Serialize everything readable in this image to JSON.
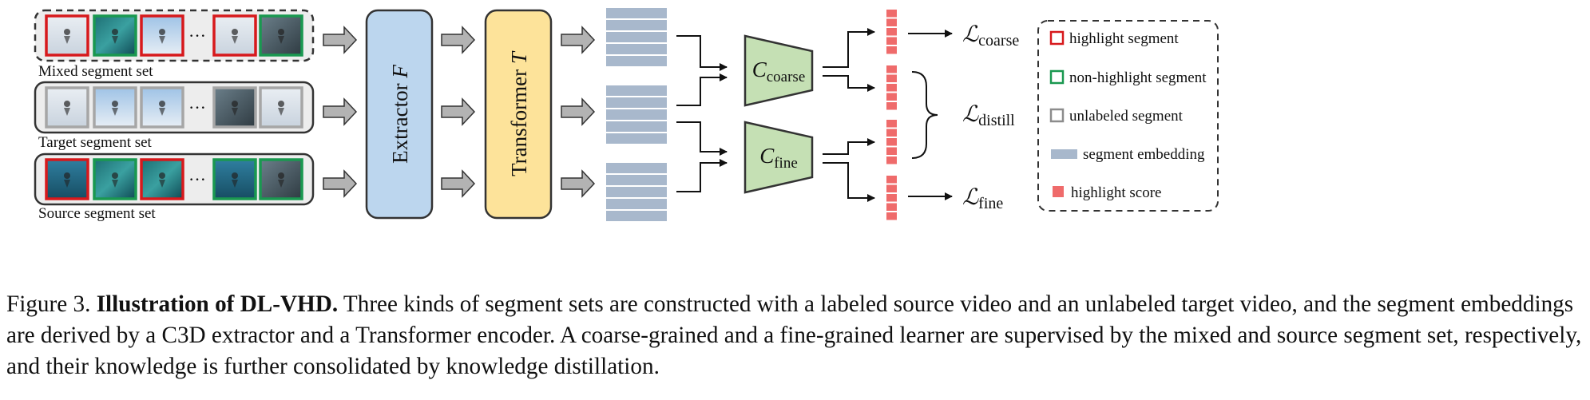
{
  "segment_sets": [
    {
      "label": "Mixed segment set",
      "frames": [
        "highlight",
        "non-highlight",
        "highlight",
        "highlight",
        "non-highlight"
      ],
      "border_style": "dashed"
    },
    {
      "label": "Target segment set",
      "frames": [
        "unlabeled",
        "unlabeled",
        "unlabeled",
        "unlabeled",
        "unlabeled"
      ],
      "border_style": "solid"
    },
    {
      "label": "Source segment set",
      "frames": [
        "highlight",
        "non-highlight",
        "highlight",
        "non-highlight",
        "non-highlight"
      ],
      "border_style": "solid"
    }
  ],
  "ellipsis": "···",
  "extractor": {
    "label": "Extractor ",
    "symbol": "F",
    "color": "#bcd6ee"
  },
  "transformer": {
    "label": "Transformer ",
    "symbol": "T",
    "color": "#fde39a"
  },
  "learners": [
    {
      "symbol": "C",
      "subscript": "coarse",
      "color": "#c5e0b4"
    },
    {
      "symbol": "C",
      "subscript": "fine",
      "color": "#c5e0b4"
    }
  ],
  "losses": [
    {
      "symbol": "ℒ",
      "subscript": "coarse"
    },
    {
      "symbol": "ℒ",
      "subscript": "distill"
    },
    {
      "symbol": "ℒ",
      "subscript": "fine"
    }
  ],
  "legend": [
    {
      "kind": "highlight-box",
      "label": "highlight segment"
    },
    {
      "kind": "non-highlight-box",
      "label": "non-highlight segment"
    },
    {
      "kind": "unlabeled-box",
      "label": "unlabeled segment"
    },
    {
      "kind": "embedding-bar",
      "label": "segment embedding"
    },
    {
      "kind": "score-square",
      "label": "highlight score"
    }
  ],
  "colors": {
    "highlight": "#d7191c",
    "non_highlight": "#1a9850",
    "unlabeled": "#a6a6a6",
    "embedding": "#a8b8cc",
    "score": "#ef6b6b",
    "arrow_fill": "#b3b3b3"
  },
  "caption": {
    "prefix": "Figure 3. ",
    "bold": "Illustration of DL-VHD.",
    "body": " Three kinds of segment sets are constructed with a labeled source video and an unlabeled target video, and the segment embeddings are derived by a C3D extractor and a Transformer encoder. A coarse-grained and a fine-grained learner are supervised by the mixed and source segment set, respectively, and their knowledge is further consolidated by knowledge distillation."
  }
}
